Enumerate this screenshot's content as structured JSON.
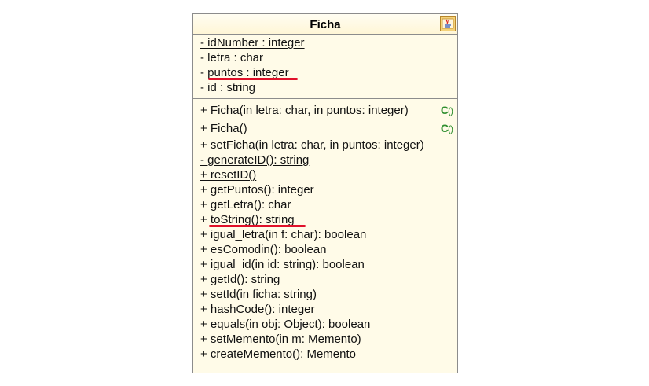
{
  "class": {
    "name": "Ficha",
    "icon": "java-class-icon",
    "attributes": [
      {
        "text": "- idNumber : integer",
        "static": true
      },
      {
        "text": "- letra : char",
        "static": false
      },
      {
        "text": "- puntos : integer",
        "static": false,
        "highlighted": true
      },
      {
        "text": "- id : string",
        "static": false
      }
    ],
    "operations": [
      {
        "text": "+ Ficha(in letra: char, in puntos: integer)",
        "static": false,
        "constructor": true
      },
      {
        "text": "+ Ficha()",
        "static": false,
        "constructor": true
      },
      {
        "text": "+ setFicha(in letra: char, in puntos: integer)",
        "static": false
      },
      {
        "text": "- generateID(): string",
        "static": true
      },
      {
        "text": "+ resetID()",
        "static": true
      },
      {
        "text": "+ getPuntos(): integer",
        "static": false
      },
      {
        "text": "+ getLetra(): char",
        "static": false
      },
      {
        "text": "+ toString(): string",
        "static": false,
        "highlighted": true
      },
      {
        "text": "+ igual_letra(in f: char): boolean",
        "static": false
      },
      {
        "text": "+ esComodin(): boolean",
        "static": false
      },
      {
        "text": "+ igual_id(in id: string): boolean",
        "static": false
      },
      {
        "text": "+ getId(): string",
        "static": false
      },
      {
        "text": "+ setId(in ficha: string)",
        "static": false
      },
      {
        "text": "+ hashCode(): integer",
        "static": false
      },
      {
        "text": "+ equals(in obj: Object): boolean",
        "static": false
      },
      {
        "text": "+ setMemento(in m: Memento)",
        "static": false
      },
      {
        "text": "+ createMemento(): Memento",
        "static": false
      }
    ],
    "constructor_badge": {
      "letter": "C",
      "parens": "()"
    }
  },
  "colors": {
    "class_fill": "#fffbe8",
    "border": "#8c8c8c",
    "highlight": "#e0102a",
    "constructor_badge": "#2f8f2f"
  }
}
